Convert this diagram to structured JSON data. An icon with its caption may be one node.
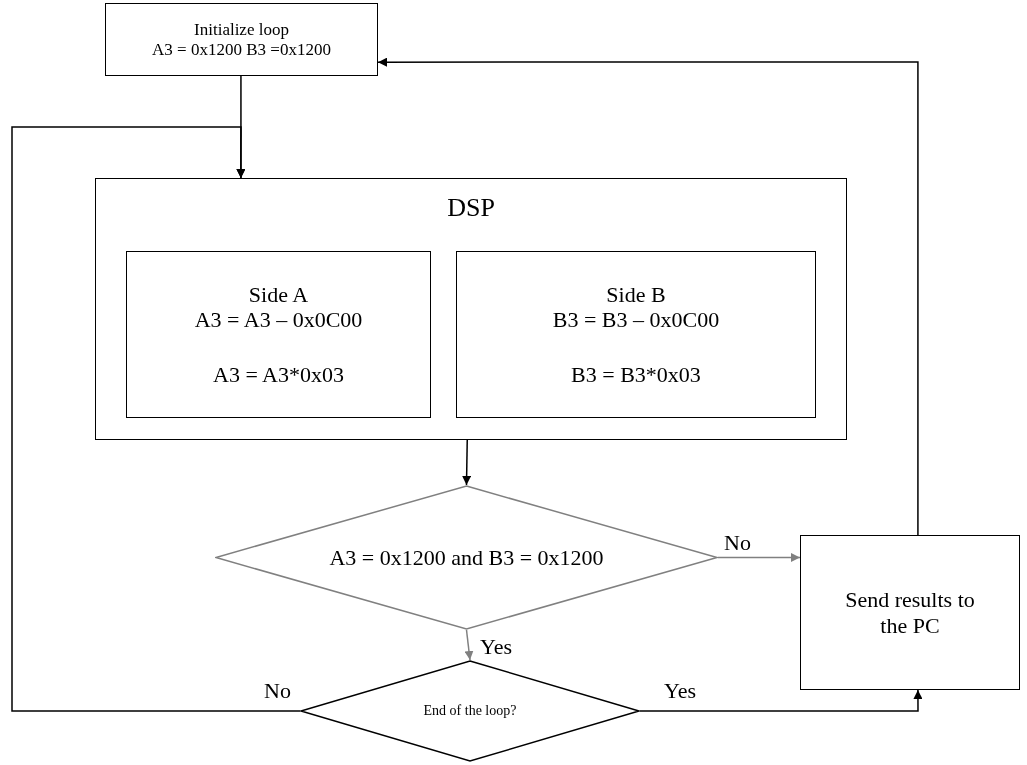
{
  "diagram": {
    "nodes": [
      {
        "text": [
          "Initialize loop",
          "A3 = 0x1200 B3 =0x1200"
        ]
      },
      {
        "text": [
          "DSP"
        ]
      },
      {
        "text": [
          "Side A",
          "A3 = A3 – 0x0C00",
          "A3 = A3*0x03"
        ],
        "in": 1
      },
      {
        "text": [
          "Side B",
          "B3 = B3 – 0x0C00",
          "B3 = B3*0x03"
        ],
        "in": 1
      },
      {
        "text": [
          "A3 = 0x1200 and B3 = 0x1200"
        ]
      },
      {
        "text": [
          "Send results to the PC"
        ]
      },
      {
        "text": [
          "End of the loop?"
        ]
      }
    ],
    "edges": [
      {
        "from": 0,
        "to": 1,
        "arrow": "to"
      },
      {
        "from": 6,
        "to": 1,
        "arrow": "to",
        "label": "No"
      },
      {
        "from": 1,
        "to": 4,
        "arrow": "to"
      },
      {
        "from": 4,
        "to": 5,
        "arrow": "to",
        "label": "No",
        "color": "#808080"
      },
      {
        "from": 4,
        "to": 6,
        "arrow": "to",
        "label": "Yes",
        "color": "#808080"
      },
      {
        "from": 6,
        "to": 5,
        "arrow": "to",
        "label": "Yes"
      },
      {
        "from": 5,
        "to": 0,
        "arrow": "to"
      }
    ]
  }
}
